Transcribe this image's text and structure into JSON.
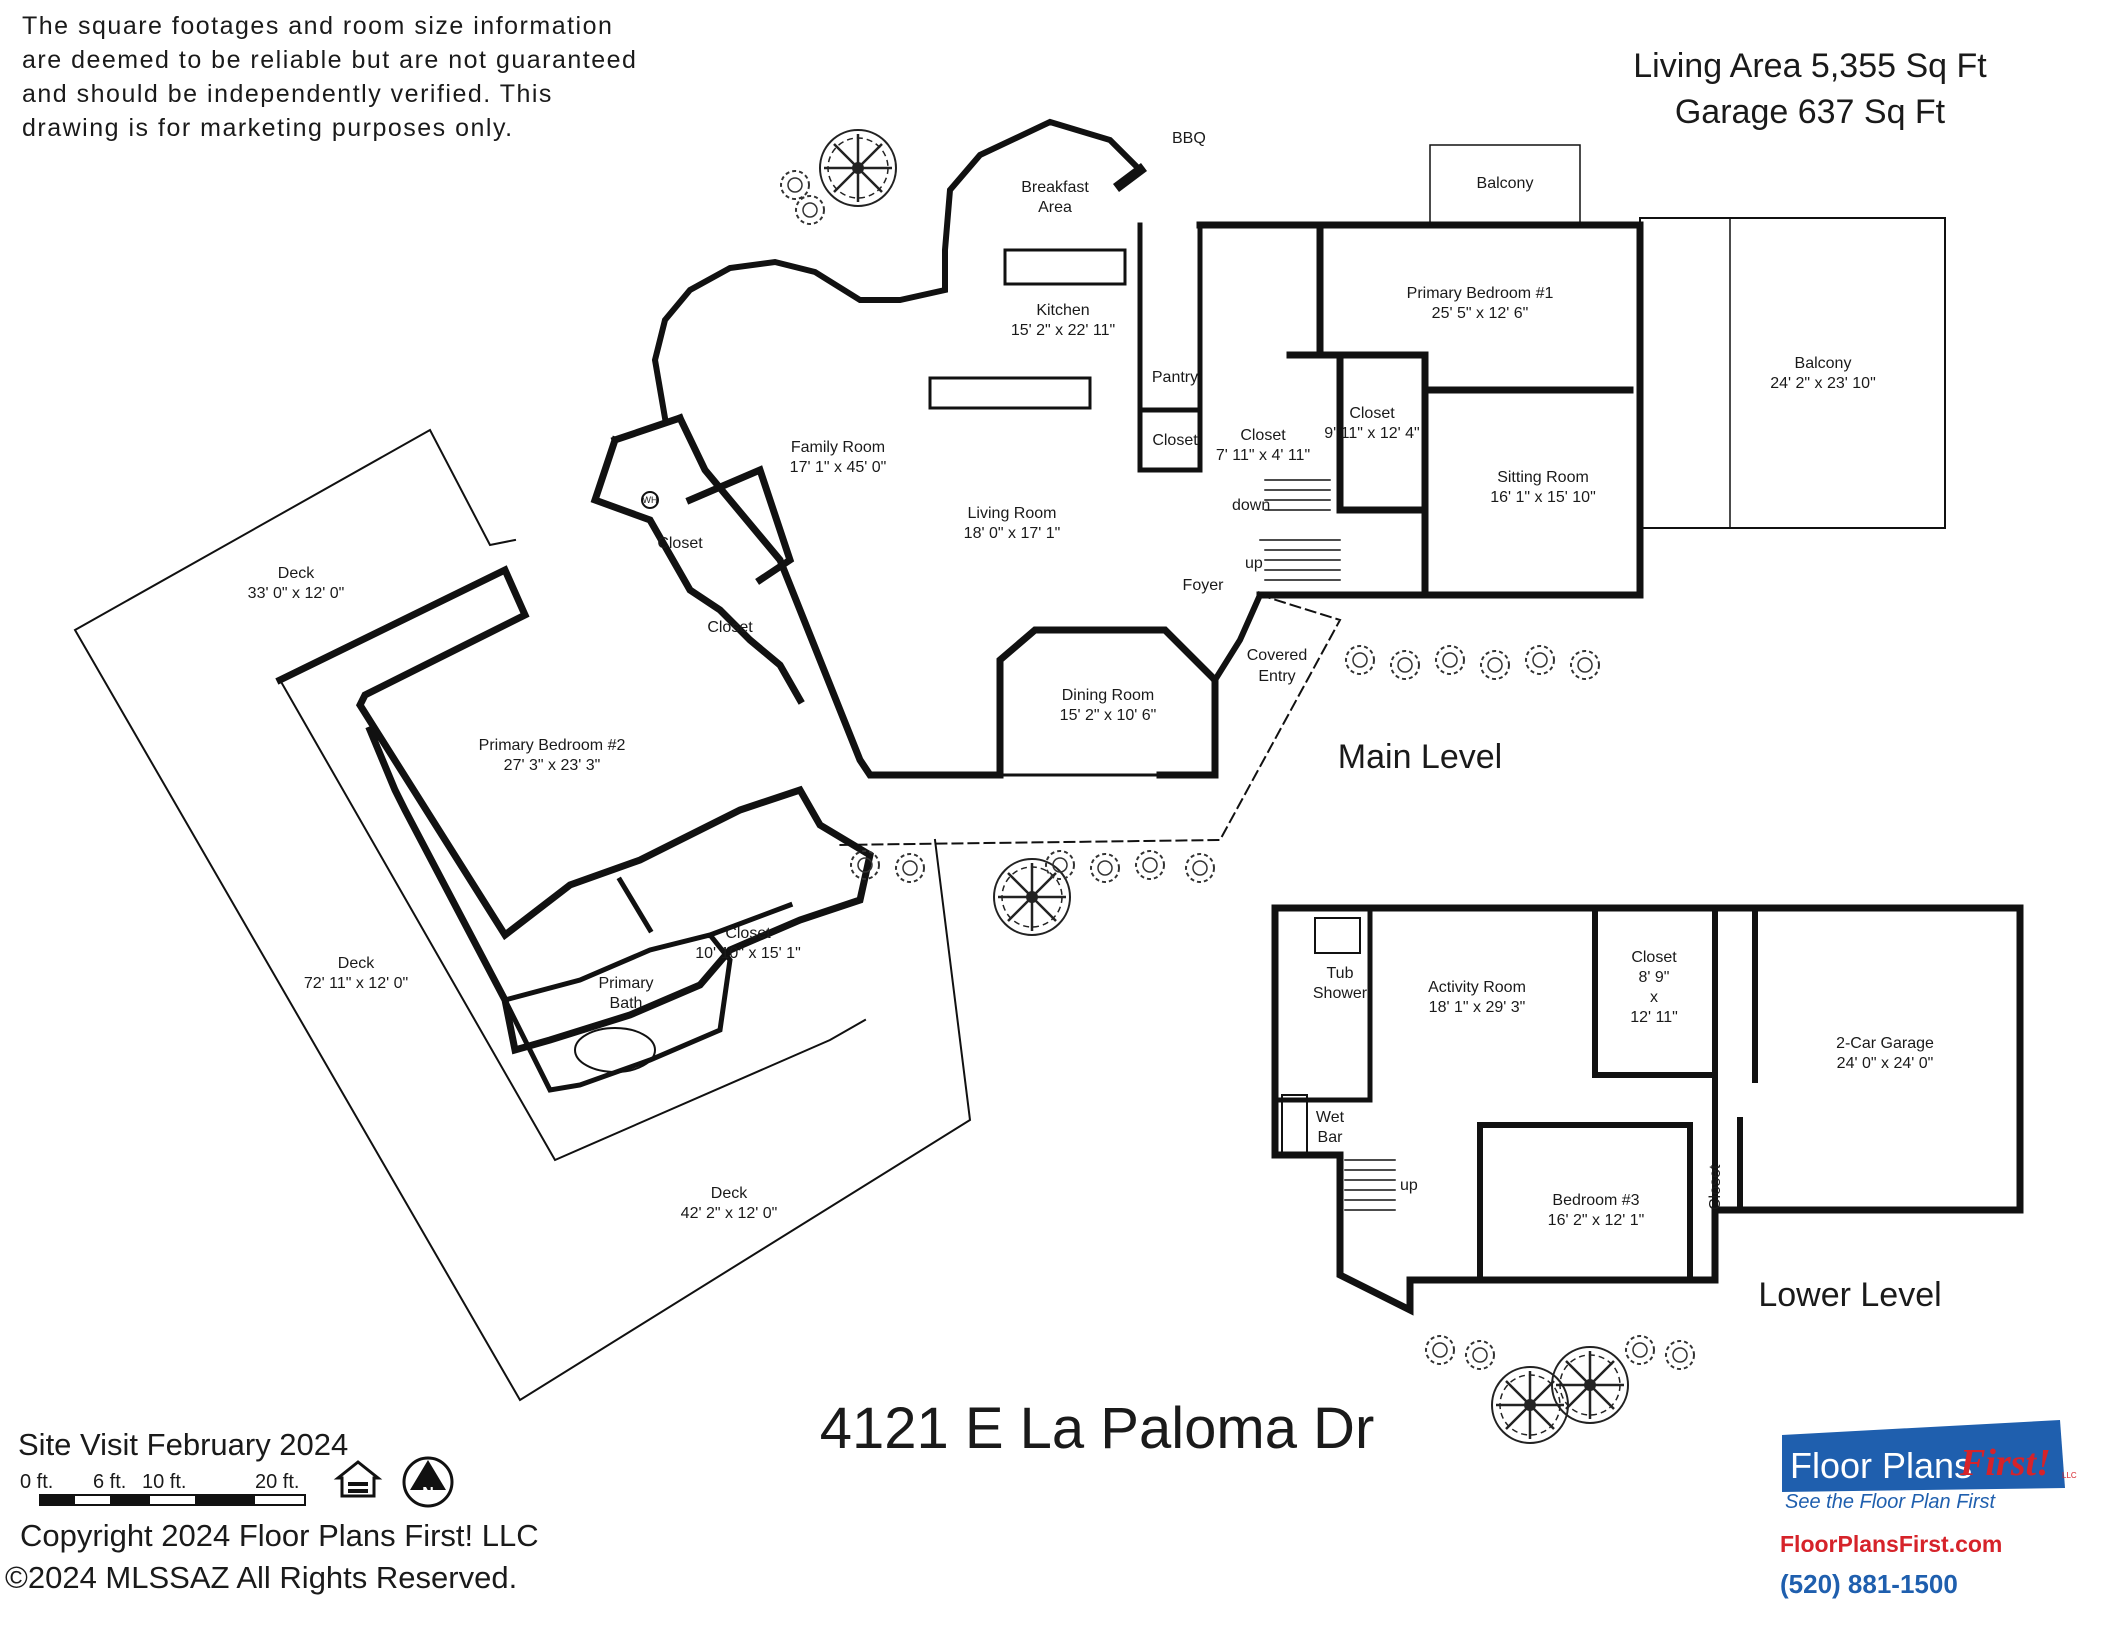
{
  "disclaimer": [
    "The square footages and room size information",
    "are deemed to be reliable but are not guaranteed",
    "and should be independently verified. This",
    "drawing is for marketing purposes only."
  ],
  "summary": {
    "living_area": "Living Area 5,355 Sq Ft",
    "garage": "Garage 637 Sq Ft"
  },
  "levels": {
    "main": "Main Level",
    "lower": "Lower Level"
  },
  "address": "4121 E La Paloma Dr",
  "site_visit": "Site Visit February 2024",
  "scale": {
    "l0": "0 ft.",
    "l6": "6 ft.",
    "l10": "10 ft.",
    "l20": "20 ft."
  },
  "copyright": "Copyright 2024 Floor Plans First! LLC",
  "rights": "©2024 MLSSAZ All Rights Reserved.",
  "brand": {
    "name": "Floor Plans",
    "first": "First!",
    "llc": "LLC",
    "tagline": "See the Floor Plan First",
    "url": "FloorPlansFirst.com",
    "phone": "(520) 881-1500",
    "blue": "#1f5fae",
    "red": "#d6232a"
  },
  "rooms": {
    "bbq": "BBQ",
    "breakfast_1": "Breakfast",
    "breakfast_2": "Area",
    "kitchen": "Kitchen",
    "kitchen_dim": "15' 2\" x 22' 11\"",
    "balcony_top": "Balcony",
    "primary1": "Primary Bedroom #1",
    "primary1_dim": "25' 5\" x 12' 6\"",
    "balcony": "Balcony",
    "balcony_dim": "24' 2\" x 23' 10\"",
    "pantry": "Pantry",
    "closet_a": "Closet",
    "closet_b": "Closet",
    "closet_b_dim": "7' 11\" x 4' 11\"",
    "closet_c": "Closet",
    "closet_c_dim": "9' 11\" x 12' 4\"",
    "family": "Family Room",
    "family_dim": "17' 1\" x 45' 0\"",
    "living": "Living Room",
    "living_dim": "18' 0\" x 17' 1\"",
    "sitting": "Sitting Room",
    "sitting_dim": "16' 1\" x 15' 10\"",
    "down": "down",
    "up": "up",
    "foyer": "Foyer",
    "covered_1": "Covered",
    "covered_2": "Entry",
    "dining": "Dining Room",
    "dining_dim": "15' 2\" x 10' 6\"",
    "deck1": "Deck",
    "deck1_dim": "33' 0\" x 12' 0\"",
    "closet_d": "Closet",
    "closet_e": "Closet",
    "wh": "WH",
    "primary2": "Primary Bedroom #2",
    "primary2_dim": "27' 3\" x 23' 3\"",
    "deck2": "Deck",
    "deck2_dim": "72' 11\" x 12' 0\"",
    "closet_f": "Closet",
    "closet_f_dim": "10' 10\" x 15' 1\"",
    "pbath_1": "Primary",
    "pbath_2": "Bath",
    "deck3": "Deck",
    "deck3_dim": "42' 2\" x 12' 0\"",
    "tub_1": "Tub",
    "tub_2": "Shower",
    "activity": "Activity Room",
    "activity_dim": "18' 1\" x 29' 3\"",
    "closet_g": "Closet",
    "closet_g_1": "8' 9\"",
    "closet_g_2": "x",
    "closet_g_3": "12' 11\"",
    "garage": "2-Car Garage",
    "garage_dim": "24' 0\" x 24' 0\"",
    "wetbar_1": "Wet",
    "wetbar_2": "Bar",
    "up2": "up",
    "bedroom3": "Bedroom #3",
    "bedroom3_dim": "16' 2\" x 12' 1\"",
    "closet_h": "Closet"
  }
}
